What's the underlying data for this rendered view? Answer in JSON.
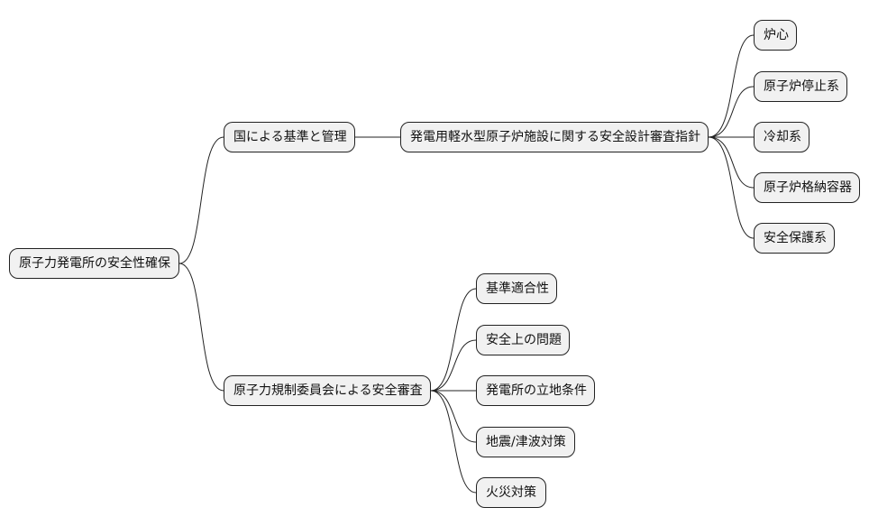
{
  "nodes": {
    "root": "原子力発電所の安全性確保",
    "national_standards": "国による基準と管理",
    "guideline": "発電用軽水型原子炉施設に関する安全設計審査指針",
    "reactor_core": "炉心",
    "reactor_shutdown": "原子炉停止系",
    "cooling": "冷却系",
    "containment": "原子炉格納容器",
    "safety_protection": "安全保護系",
    "nra_review": "原子力規制委員会による安全審査",
    "standard_conformity": "基準適合性",
    "safety_issues": "安全上の問題",
    "site_conditions": "発電所の立地条件",
    "earthquake_tsunami": "地震/津波対策",
    "fire": "火災対策"
  },
  "colors": {
    "node_fill": "#f1f1f1",
    "node_border": "#222222",
    "edge": "#222222"
  }
}
